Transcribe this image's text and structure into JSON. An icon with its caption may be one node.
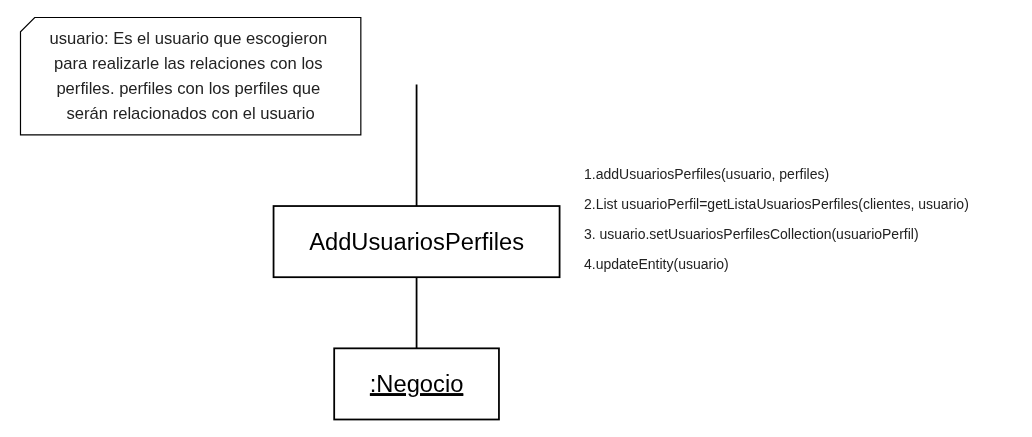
{
  "diagram": {
    "nodes": [
      {
        "text": [
          "AddUsuariosPerfiles"
        ]
      },
      {
        "text": [
          ":Negocio"
        ]
      },
      {
        "text": [
          "usuario: Es el usuario que escogieron para realizarle las relaciones con los perfiles. perfiles con los perfiles que serán relacionados con el usuario"
        ]
      }
    ],
    "edges": [
      {
        "from": null,
        "to": 0,
        "arrow": "none"
      },
      {
        "from": 0,
        "to": 1,
        "arrow": "none"
      }
    ],
    "labels": [
      "1.addUsuariosPerfiles(usuario, perfiles)",
      "2.List usuarioPerfil=getListaUsuariosPerfiles(clientes, usuario)",
      "3. usuario.setUsuariosPerfilesCollection(usuarioPerfil)",
      "4.updateEntity(usuario)"
    ]
  }
}
